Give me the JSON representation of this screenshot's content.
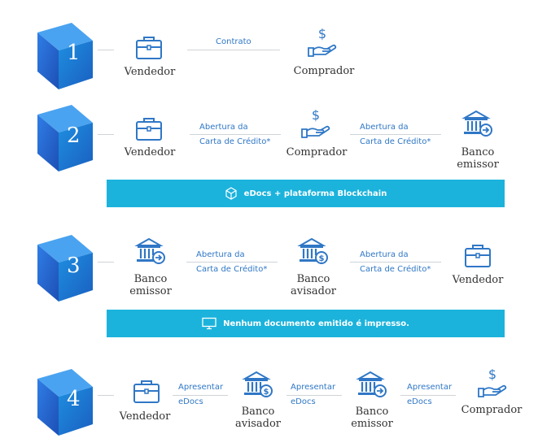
{
  "rows": [
    {
      "step": "1"
    },
    {
      "step": "2"
    },
    {
      "step": "3"
    },
    {
      "step": "4"
    }
  ],
  "row1": {
    "vendedor": "Vendedor",
    "contrato": "Contrato",
    "comprador": "Comprador"
  },
  "row2": {
    "vendedor": "Vendedor",
    "conn1_line1": "Abertura da",
    "conn1_line2": "Carta de Crédito*",
    "comprador": "Comprador",
    "conn2_line1": "Abertura da",
    "conn2_line2": "Carta de Crédito*",
    "banco_line1": "Banco",
    "banco_line2": "emissor"
  },
  "banner1": {
    "text": "eDocs + plataforma Blockchain",
    "icon": "cube-icon"
  },
  "row3": {
    "banco_emissor_line1": "Banco",
    "banco_emissor_line2": "emissor",
    "conn1_line1": "Abertura da",
    "conn1_line2": "Carta de Crédito*",
    "banco_avisador_line1": "Banco",
    "banco_avisador_line2": "avisador",
    "conn2_line1": "Abertura da",
    "conn2_line2": "Carta de Crédito*",
    "vendedor": "Vendedor"
  },
  "banner2": {
    "text": "Nenhum documento emitido é impresso.",
    "icon": "monitor-icon"
  },
  "row4": {
    "vendedor": "Vendedor",
    "conn1_line1": "Apresentar",
    "conn1_line2": "eDocs",
    "banco_avisador_line1": "Banco",
    "banco_avisador_line2": "avisador",
    "conn2_line1": "Apresentar",
    "conn2_line2": "eDocs",
    "banco_emissor_line1": "Banco",
    "banco_emissor_line2": "emissor",
    "conn3_line1": "Apresentar",
    "conn3_line2": "eDocs",
    "comprador": "Comprador"
  },
  "colors": {
    "accent": "#1bb3dc",
    "icon": "#2f77c6",
    "cube_top": "#3b8fe8",
    "cube_left": "#1f5fc4",
    "cube_right": "#2a75d6"
  }
}
